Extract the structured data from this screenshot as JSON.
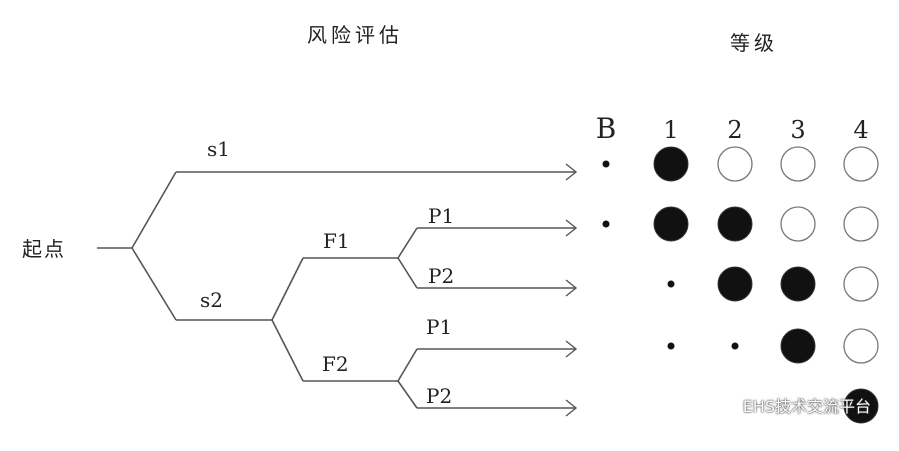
{
  "header": {
    "risk_title": "风险评估",
    "grade_title": "等级"
  },
  "tree": {
    "root": "起点",
    "s1": "s1",
    "s2": "s2",
    "f1": "F1",
    "f2": "F2",
    "p1": "P1",
    "p2": "P2"
  },
  "grades": {
    "columns": [
      "B",
      "1",
      "2",
      "3",
      "4"
    ],
    "rows": [
      [
        "dot",
        "filled",
        "empty",
        "empty",
        "empty"
      ],
      [
        "dot",
        "filled",
        "filled",
        "empty",
        "empty"
      ],
      [
        "",
        "dot",
        "filled",
        "filled",
        "empty"
      ],
      [
        "",
        "dot",
        "dot",
        "filled",
        "empty"
      ],
      [
        "",
        "",
        "",
        "",
        "filled"
      ]
    ]
  },
  "watermark": "EHS技术交流平台"
}
